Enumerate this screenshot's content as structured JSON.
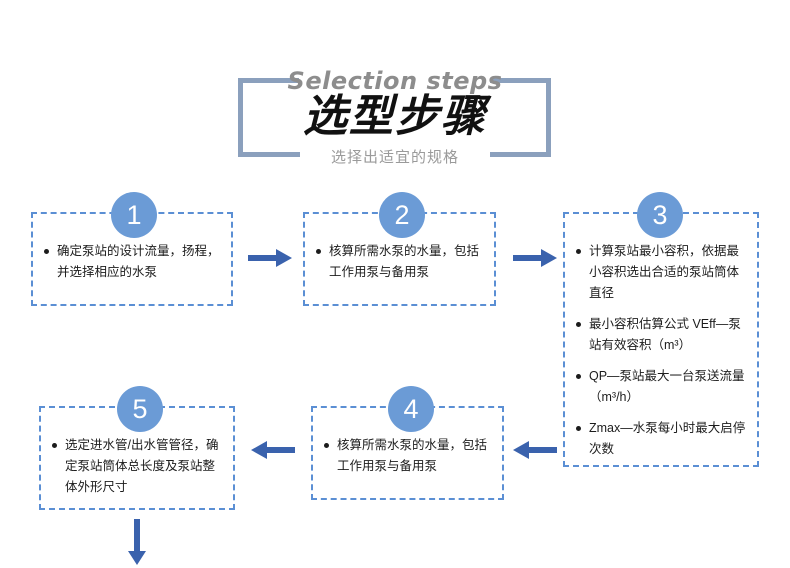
{
  "header": {
    "english_title": "Selection steps",
    "chinese_title": "选型步骤",
    "subtitle": "选择出适宜的规格",
    "bracket_color": "#8ba0bd"
  },
  "theme": {
    "circle_color": "#6b9bd6",
    "box_border_color": "#5b8fd4",
    "arrow_color": "#3a62ad",
    "text_color": "#1c1c1c",
    "subtitle_color": "#9a9a9a"
  },
  "steps": [
    {
      "number": "1",
      "bullets": [
        "确定泵站的设计流量，扬程，并选择相应的水泵"
      ]
    },
    {
      "number": "2",
      "bullets": [
        "核算所需水泵的水量，包括工作用泵与备用泵"
      ]
    },
    {
      "number": "3",
      "bullets": [
        "计算泵站最小容积，依据最小容积选出合适的泵站筒体直径",
        "最小容积估算公式 VEff—泵站有效容积（m³）",
        "QP—泵站最大一台泵送流量（m³/h）",
        "Zmax—水泵每小时最大启停次数"
      ]
    },
    {
      "number": "4",
      "bullets": [
        "核算所需水泵的水量，包括工作用泵与备用泵"
      ]
    },
    {
      "number": "5",
      "bullets": [
        "选定进水管/出水管管径，确定泵站筒体总长度及泵站整体外形尺寸"
      ]
    }
  ],
  "arrows": [
    {
      "name": "arrow-step1-to-step2",
      "direction": "right"
    },
    {
      "name": "arrow-step2-to-step3",
      "direction": "right"
    },
    {
      "name": "arrow-step3-to-step4",
      "direction": "left"
    },
    {
      "name": "arrow-step4-to-step5",
      "direction": "left"
    },
    {
      "name": "arrow-step5-to-next",
      "direction": "down"
    }
  ]
}
